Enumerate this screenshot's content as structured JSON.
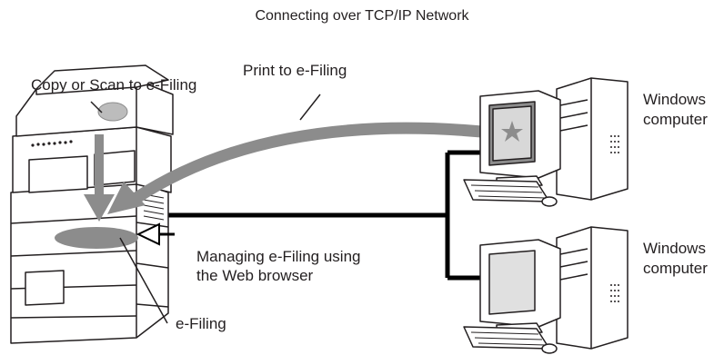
{
  "title": "Connecting over TCP/IP Network",
  "labels": {
    "copy_scan": "Copy or Scan to e-Filing",
    "print": "Print to e-Filing",
    "managing_line1": "Managing e-Filing using",
    "managing_line2": "the Web browser",
    "efiling": "e-Filing",
    "windows_top_line1": "Windows",
    "windows_top_line2": "computer",
    "windows_bottom_line1": "Windows",
    "windows_bottom_line2": "computer"
  },
  "icons": {
    "mfp": "multifunction-printer-icon",
    "computer": "desktop-computer-icon",
    "storage": "e-filing-disk-icon"
  },
  "colors": {
    "line": "#000000",
    "arrow": "#8c8c8c",
    "device_fill": "#ffffff",
    "device_stroke": "#231f20",
    "screen": "#8c8c8c"
  }
}
